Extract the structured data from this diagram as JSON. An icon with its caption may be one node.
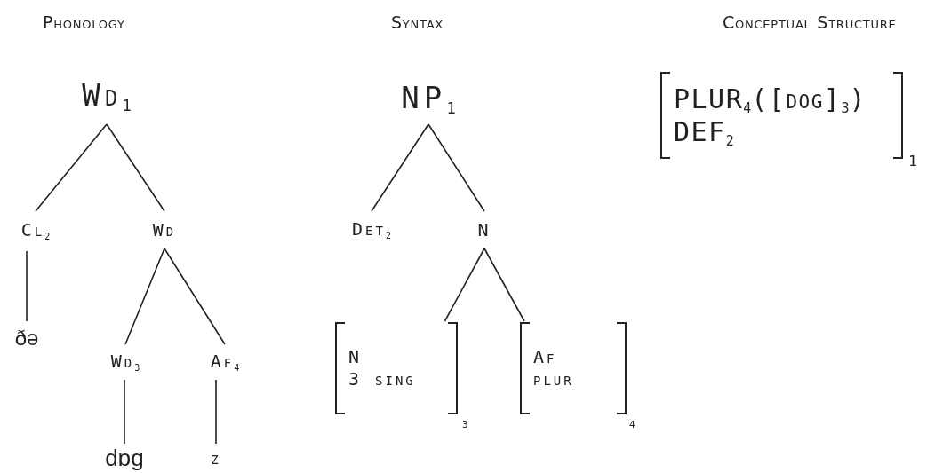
{
  "diagram": {
    "nodes": [
      {
        "text": [
          "Wd$_{1}$"
        ]
      },
      {
        "text": [
          "Cl$_{2}$"
        ]
      },
      {
        "text": [
          "Wd"
        ]
      },
      {
        "text": [
          "ðə"
        ]
      },
      {
        "text": [
          "Wd$_{3}$"
        ]
      },
      {
        "text": [
          "Af$_{4}$"
        ]
      },
      {
        "text": [
          "dɒg"
        ]
      },
      {
        "text": [
          "z"
        ]
      },
      {
        "text": [
          "NP$_{1}$"
        ]
      },
      {
        "text": [
          "Det$_{2}$"
        ]
      },
      {
        "text": [
          "N"
        ]
      },
      {
        "text": [
          "N",
          "3 sing"
        ],
        "beside": [
          "3"
        ]
      },
      {
        "text": [
          "Af",
          "plur"
        ],
        "beside": [
          "4"
        ]
      },
      {
        "text": [
          "PLUR$_{4}$([dog]$_{3}$)",
          "DEF$_{2}$"
        ],
        "beside": [
          "1"
        ]
      }
    ],
    "edges": [
      {
        "from": 0,
        "to": 1,
        "arrow": "none"
      },
      {
        "from": 0,
        "to": 2,
        "arrow": "none"
      },
      {
        "from": 1,
        "to": 3,
        "arrow": "none"
      },
      {
        "from": 2,
        "to": 4,
        "arrow": "none"
      },
      {
        "from": 2,
        "to": 5,
        "arrow": "none"
      },
      {
        "from": 4,
        "to": 6,
        "arrow": "none"
      },
      {
        "from": 5,
        "to": 7,
        "arrow": "none"
      },
      {
        "from": 8,
        "to": 9,
        "arrow": "none"
      },
      {
        "from": 8,
        "to": 10,
        "arrow": "none"
      },
      {
        "from": 10,
        "to": 11,
        "arrow": "none"
      },
      {
        "from": 10,
        "to": 12,
        "arrow": "none"
      }
    ],
    "labels": [
      "Phonology",
      "Syntax",
      "Conceptual Structure"
    ]
  }
}
